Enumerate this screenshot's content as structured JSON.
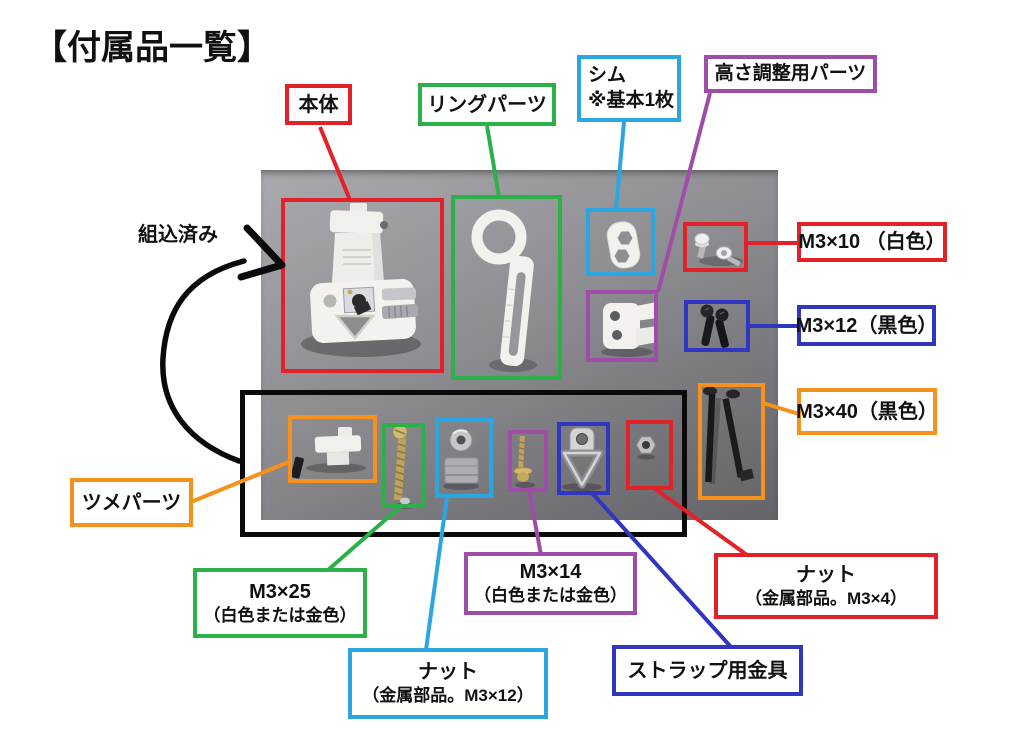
{
  "title": "【付属品一覧】",
  "note_preassembled": "組込済み",
  "palette": {
    "red": "#e32128",
    "green": "#2bb04a",
    "cyan": "#2aa7e0",
    "purple": "#9e4ea6",
    "blue": "#3136c0",
    "orange": "#f5921e",
    "outline_black": "#0a0a0a",
    "photo_background": "#8e8e92"
  },
  "callouts": {
    "body": {
      "label": "本体",
      "color": "#e32128"
    },
    "ring": {
      "label": "リングパーツ",
      "color": "#2bb04a"
    },
    "shim": {
      "line1": "シム",
      "line2": "※基本1枚",
      "color": "#2aa7e0"
    },
    "height_adjust": {
      "label": "高さ調整用パーツ",
      "color": "#9e4ea6"
    },
    "m3x10_white": {
      "label": "M3×10 （白色）",
      "color": "#e32128"
    },
    "m3x12_black": {
      "label": "M3×12（黒色）",
      "color": "#3136c0"
    },
    "m3x40_black": {
      "label": "M3×40（黒色）",
      "color": "#f5921e"
    },
    "claw": {
      "label": "ツメパーツ",
      "color": "#f5921e"
    },
    "m3x25": {
      "line1": "M3×25",
      "line2": "（白色または金色）",
      "color": "#2bb04a"
    },
    "m3x14": {
      "line1": "M3×14",
      "line2": "（白色または金色）",
      "color": "#9e4ea6"
    },
    "nut_m3x12": {
      "line1": "ナット",
      "line2": "（金属部品。M3×12）",
      "color": "#2aa7e0"
    },
    "strap_fitting": {
      "label": "ストラップ用金具",
      "color": "#3136c0"
    },
    "nut_m3x4": {
      "line1": "ナット",
      "line2": "（金属部品。M3×4）",
      "color": "#e32128"
    }
  }
}
